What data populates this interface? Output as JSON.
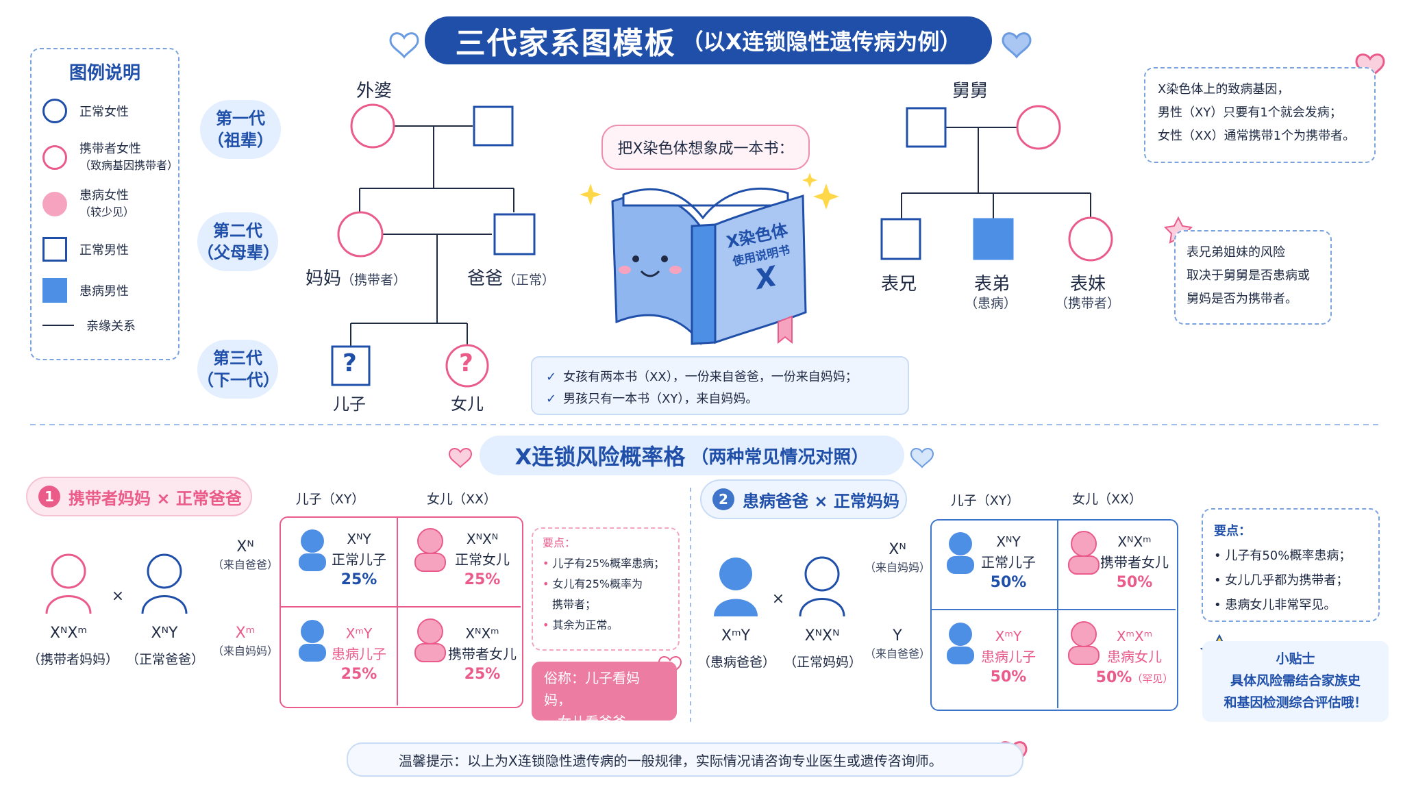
{
  "title": {
    "main": "三代家系图模板",
    "sub": "（以X连锁隐性遗传病为例）"
  },
  "legend": {
    "title": "图例说明",
    "items": [
      {
        "icon": "circle-normal-icon",
        "label": "正常女性",
        "label2": ""
      },
      {
        "icon": "circle-carrier-icon",
        "label": "携带者女性",
        "label2": "（致病基因携带者）"
      },
      {
        "icon": "circle-affected-icon",
        "label": "患病女性",
        "label2": "（较少见）"
      },
      {
        "icon": "square-normal-icon",
        "label": "正常男性",
        "label2": ""
      },
      {
        "icon": "square-affected-icon",
        "label": "患病男性",
        "label2": ""
      },
      {
        "icon": "line-icon",
        "label": "亲缘关系",
        "label2": ""
      }
    ]
  },
  "generations": [
    {
      "l1": "第一代",
      "l2": "（祖辈）"
    },
    {
      "l1": "第二代",
      "l2": "（父母辈）"
    },
    {
      "l1": "第三代",
      "l2": "（下一代）"
    }
  ],
  "left_family": {
    "grandma": "外婆",
    "mom": "妈妈",
    "mom_note": "（携带者）",
    "dad": "爸爸",
    "dad_note": "（正常）",
    "son": "儿子",
    "daughter": "女儿",
    "unknown": "?"
  },
  "right_family": {
    "uncle": "舅舅",
    "cousin1": "表兄",
    "cousin2": "表弟",
    "cousin2_note": "（患病）",
    "cousin3": "表妹",
    "cousin3_note": "（携带者）"
  },
  "book": {
    "speech": "把X染色体想象成一本书：",
    "title1": "X染色体",
    "title2": "使用说明书",
    "letter": "X",
    "checks": [
      "女孩有两本书（XX），一份来自爸爸，一份来自妈妈；",
      "男孩只有一本书（XY），来自妈妈。"
    ]
  },
  "note_top_right": [
    "X染色体上的致病基因，",
    "男性（XY）只要有1个就会发病；",
    "女性（XX）通常携带1个为携带者。"
  ],
  "note_cousin": [
    "表兄弟姐妹的风险",
    "取决于舅舅是否患病或",
    "舅妈是否为携带者。"
  ],
  "section2": {
    "main": "X连锁风险概率格",
    "sub": "（两种常见情况对照）"
  },
  "case1": {
    "num": "1",
    "title": "携带者妈妈 × 正常爸爸",
    "mother_geno": "XᴺXᵐ",
    "mother_label": "（携带者妈妈）",
    "father_geno": "XᴺY",
    "father_label": "（正常爸爸）",
    "times": "×",
    "col_son": "儿子（XY）",
    "col_daughter": "女儿（XX）",
    "row1_allele": "Xᴺ",
    "row1_from": "（来自爸爸）",
    "row2_allele": "Xᵐ",
    "row2_from": "（来自妈妈）",
    "cells": [
      {
        "geno": "XᴺY",
        "label": "正常儿子",
        "pct": "25%"
      },
      {
        "geno": "XᴺXᴺ",
        "label": "正常女儿",
        "pct": "25%"
      },
      {
        "geno": "XᵐY",
        "label": "患病儿子",
        "pct": "25%"
      },
      {
        "geno": "XᴺXᵐ",
        "label": "携带者女儿",
        "pct": "25%"
      }
    ],
    "tips_title": "要点：",
    "tips": [
      "儿子有25%概率患病；",
      "女儿有25%概率为",
      "携带者；",
      "其余为正常。"
    ],
    "slogan": [
      "俗称：儿子看妈妈，",
      "女儿看爸爸。"
    ]
  },
  "case2": {
    "num": "2",
    "title": "患病爸爸 × 正常妈妈",
    "father_geno": "XᵐY",
    "father_label": "（患病爸爸）",
    "mother_geno": "XᴺXᴺ",
    "mother_label": "（正常妈妈）",
    "times": "×",
    "col_son": "儿子（XY）",
    "col_daughter": "女儿（XX）",
    "row1_allele": "Xᴺ",
    "row1_from": "（来自妈妈）",
    "row2_allele": "Y",
    "row2_from": "（来自爸爸）",
    "cells": [
      {
        "geno": "XᴺY",
        "label": "正常儿子",
        "pct": "50%"
      },
      {
        "geno": "XᴺXᵐ",
        "label": "携带者女儿",
        "pct": "50%"
      },
      {
        "geno": "XᵐY",
        "label": "患病儿子",
        "pct": "50%"
      },
      {
        "geno": "XᵐXᵐ",
        "label": "患病女儿",
        "pct": "50%",
        "note": "（罕见）"
      }
    ],
    "tips_title": "要点：",
    "tips": [
      "• 儿子有50%概率患病；",
      "• 女儿几乎都为携带者；",
      "• 患病女儿非常罕见。"
    ],
    "small_tip_title": "小贴士",
    "small_tip": [
      "具体风险需结合家族史",
      "和基因检测综合评估哦！"
    ]
  },
  "footer": "温馨提示：以上为X连锁隐性遗传病的一般规律，实际情况请咨询专业医生或遗传咨询师。",
  "colors": {
    "navy": "#1f4fa8",
    "pink": "#ea5b8a",
    "blue_fill": "#4e8fe6",
    "light_blue": "#e3efff",
    "light_pink": "#fde8ef"
  }
}
